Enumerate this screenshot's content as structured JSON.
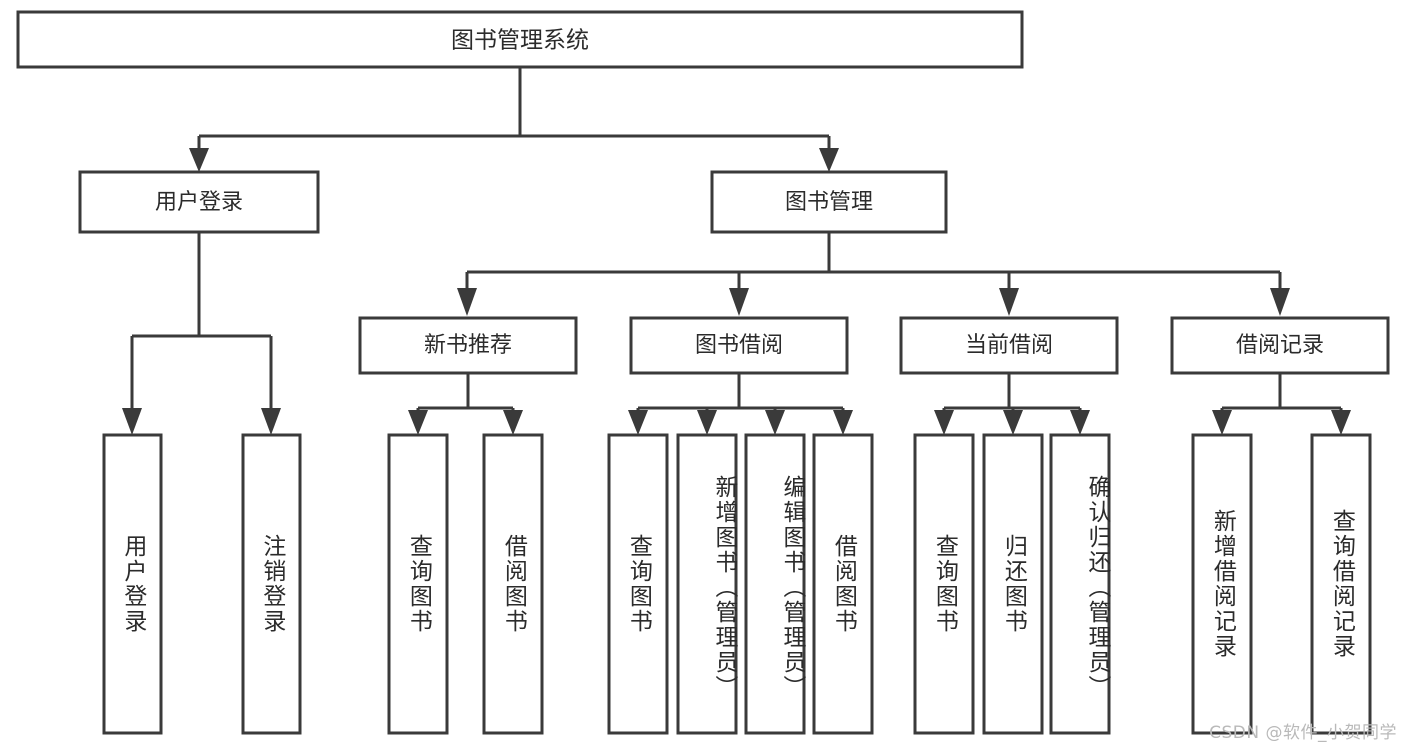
{
  "diagram": {
    "type": "tree-hierarchy",
    "title": "图书管理系统",
    "watermark": "CSDN @软件_小贺同学",
    "colors": {
      "line": "#3a3a3a",
      "box_fill": "#ffffff",
      "text": "#2b2b2b",
      "watermark": "#b9b9b9",
      "background": "#ffffff"
    },
    "root": {
      "label": "图书管理系统"
    },
    "level2": [
      {
        "label": "用户登录"
      },
      {
        "label": "图书管理"
      }
    ],
    "level3": [
      {
        "label": "新书推荐"
      },
      {
        "label": "图书借阅"
      },
      {
        "label": "当前借阅"
      },
      {
        "label": "借阅记录"
      }
    ],
    "leaves": {
      "user_login": [
        {
          "label": "用户登录"
        },
        {
          "label": "注销登录"
        }
      ],
      "new_book_recommend": [
        {
          "label": "查询图书"
        },
        {
          "label": "借阅图书"
        }
      ],
      "book_borrow": [
        {
          "label": "查询图书"
        },
        {
          "label": "新增图书（管理员）"
        },
        {
          "label": "编辑图书（管理员）"
        },
        {
          "label": "借阅图书"
        }
      ],
      "current_borrow": [
        {
          "label": "查询图书"
        },
        {
          "label": "归还图书"
        },
        {
          "label": "确认归还（管理员）"
        }
      ],
      "borrow_record": [
        {
          "label": "新增借阅记录"
        },
        {
          "label": "查询借阅记录"
        }
      ]
    }
  }
}
